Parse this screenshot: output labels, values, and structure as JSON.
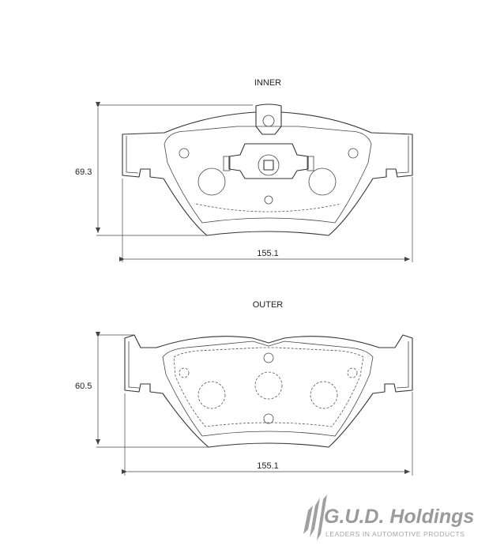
{
  "inner": {
    "label": "INNER",
    "height": "69.3",
    "width": "155.1"
  },
  "outer": {
    "label": "OUTER",
    "height": "60.5",
    "width": "155.1"
  },
  "logo": {
    "brand": "G.U.D. Holdings",
    "tagline": "LEADERS IN AUTOMOTIVE PRODUCTS",
    "icon": "gud-stripes-icon",
    "color": "#9a9a9a"
  }
}
